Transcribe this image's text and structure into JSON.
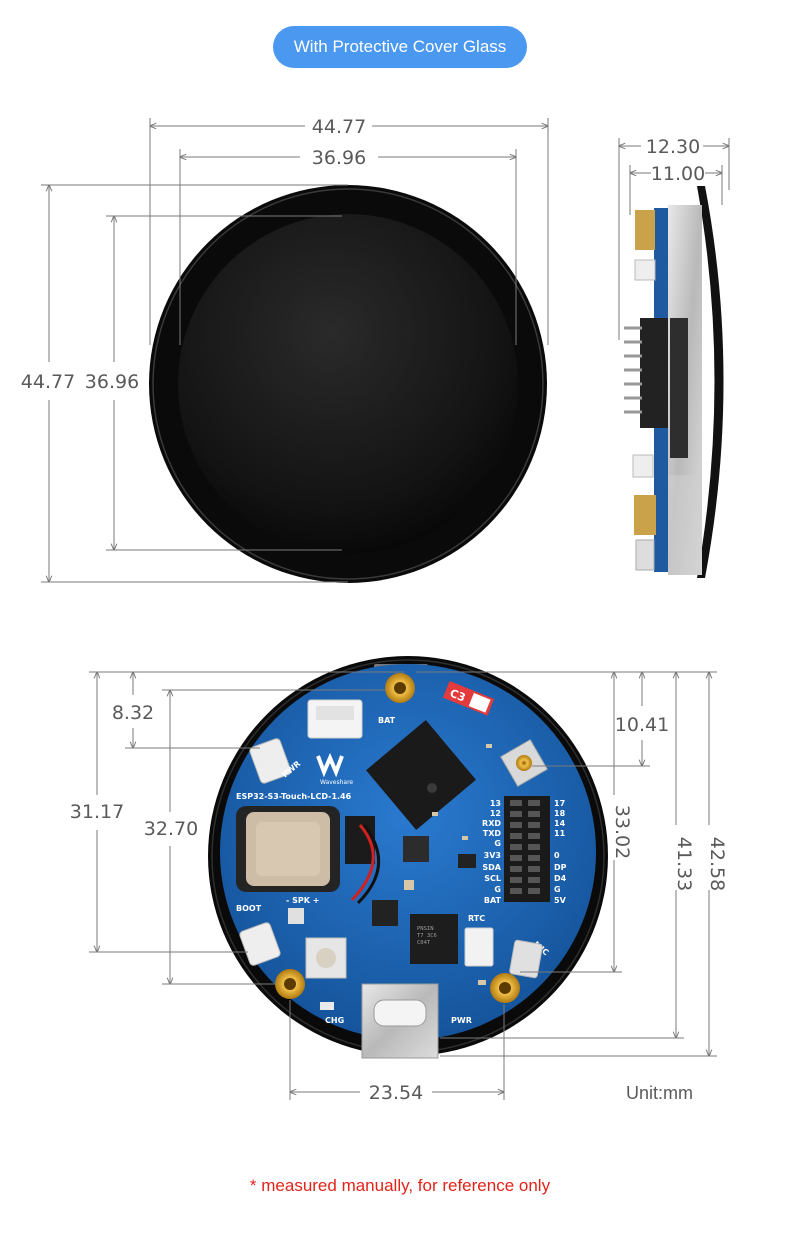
{
  "header": {
    "badge": "With Protective Cover Glass"
  },
  "front_view": {
    "width_outer": "44.77",
    "width_inner": "36.96",
    "height_outer": "44.77",
    "height_inner": "36.96"
  },
  "side_view": {
    "depth_outer": "12.30",
    "depth_inner": "11.00",
    "fpc_marking": "C3"
  },
  "back_view": {
    "dim_top_left": "8.32",
    "dim_top_right": "10.41",
    "dim_left_1": "31.17",
    "dim_left_2": "32.70",
    "dim_right_1": "33.02",
    "dim_right_2": "41.33",
    "dim_right_3": "42.58",
    "dim_bottom": "23.54",
    "pcb_labels": {
      "bat": "BAT",
      "pwr_top": "PWR",
      "brand": "Waveshare",
      "model": "ESP32-S3-Touch-LCD-1.46",
      "boot": "BOOT",
      "spk": "- SPK +",
      "rtc": "RTC",
      "mic": "MIC",
      "chg": "CHG",
      "pwr_bottom": "PWR",
      "chip_line1": "PNSIN",
      "chip_line2": "T7 3C6",
      "chip_line3": "C04T",
      "pin_labels_left": [
        "13",
        "12",
        "RXD",
        "TXD",
        "G",
        "3V3",
        "SDA",
        "SCL",
        "G",
        "BAT"
      ],
      "pin_labels_right": [
        "17",
        "18",
        "14",
        "11",
        "0",
        "DP",
        "D4",
        "G",
        "5V"
      ]
    }
  },
  "footer": {
    "unit": "Unit:mm",
    "note": "* measured manually, for reference only"
  },
  "colors": {
    "badge_bg": "#4a98f0",
    "note_red": "#e2231a",
    "pcb_blue": "#1d64ad",
    "bezel_black": "#0c0c0c"
  }
}
